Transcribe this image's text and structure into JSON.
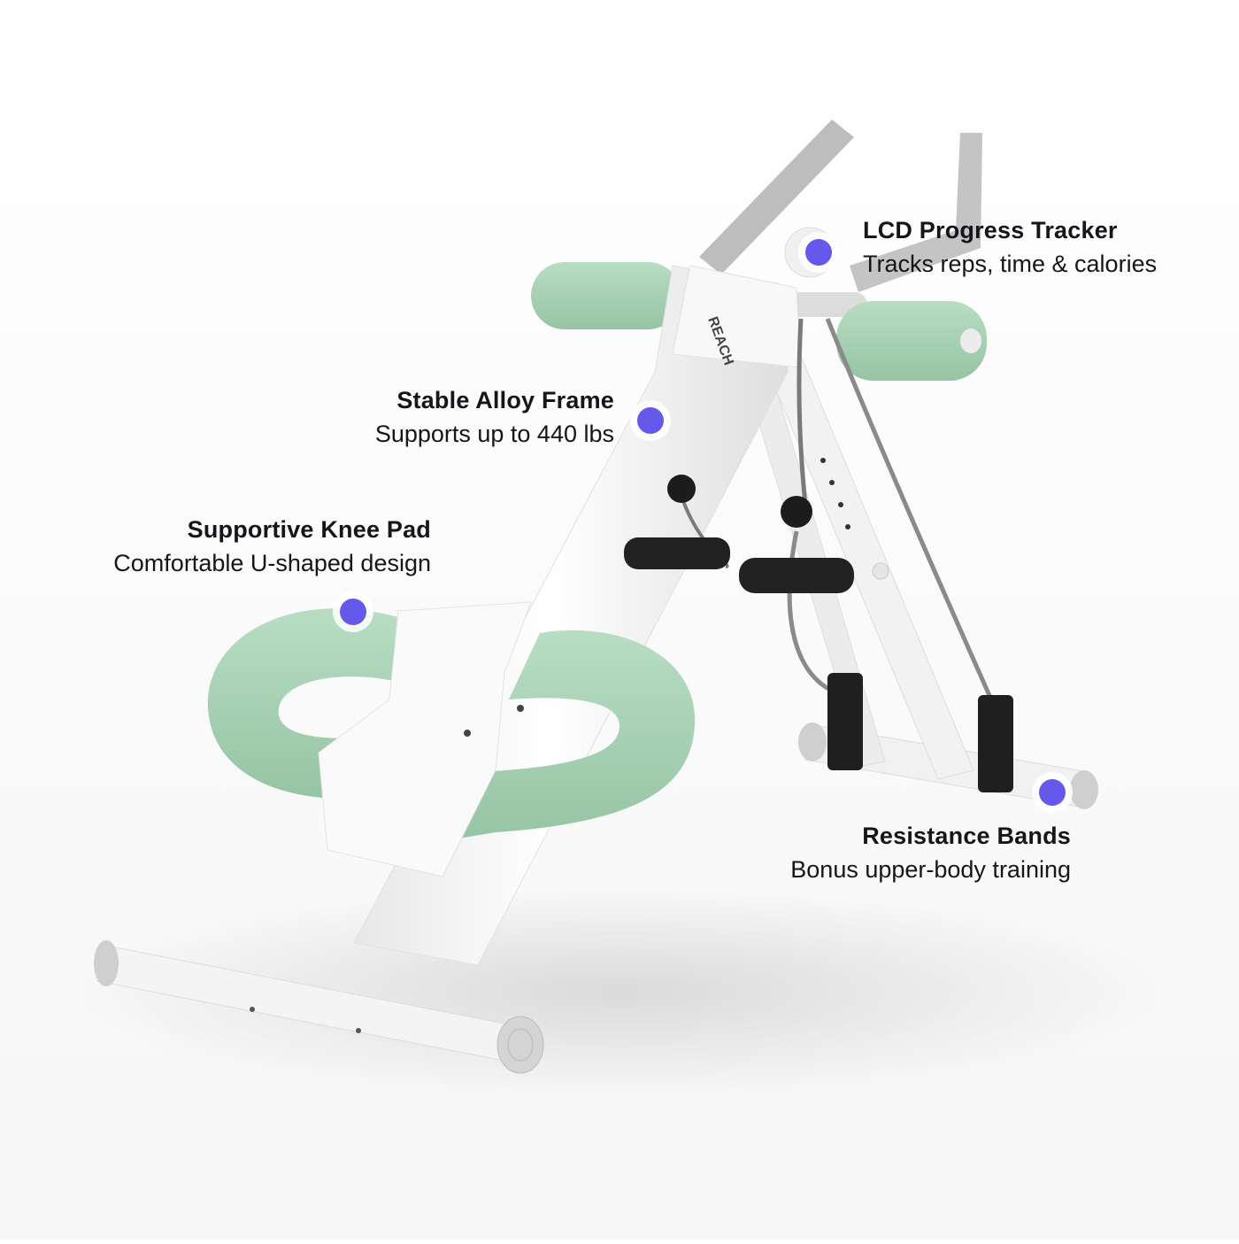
{
  "brand": {
    "logo_text": "REACH"
  },
  "colors": {
    "marker": "#6459ea",
    "foam": "#a9d3b6",
    "frame": "#f7f7f7",
    "grip": "#222222",
    "cap": "#c9c9c9"
  },
  "callouts": [
    {
      "id": "lcd",
      "title": "LCD Progress Tracker",
      "subtitle": "Tracks reps, time & calories"
    },
    {
      "id": "frame",
      "title": "Stable Alloy Frame",
      "subtitle": "Supports up to 440 lbs"
    },
    {
      "id": "knee",
      "title": "Supportive Knee Pad",
      "subtitle": "Comfortable U-shaped design"
    },
    {
      "id": "bands",
      "title": "Resistance Bands",
      "subtitle": "Bonus upper-body training"
    }
  ]
}
